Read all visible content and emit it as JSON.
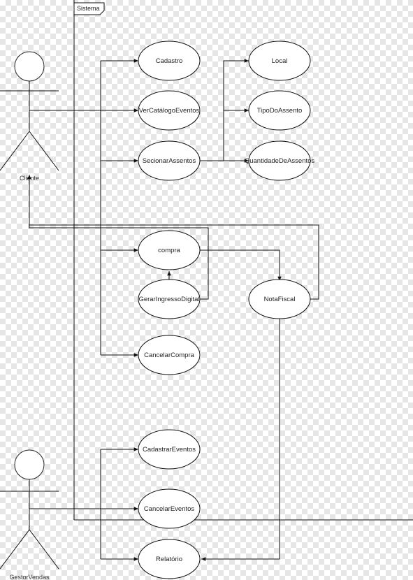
{
  "system": {
    "label": "Sistema"
  },
  "actors": {
    "cliente": {
      "label": "Cliente"
    },
    "gestor": {
      "label": "GestorVendas"
    }
  },
  "use_cases": {
    "cadastro": "Cadastro",
    "ver_catalogo": "VerCatálogoEventos",
    "secionar_assentos": "SecionarAssentos",
    "local": "Local",
    "tipo_assento": "TipoDoAssento",
    "quantidade_assentos": "QuantidadeDeAssentos",
    "compra": "compra",
    "gerar_ingresso": "GerarIngressoDigital",
    "nota_fiscal": "NotaFiscal",
    "cancelar_compra": "CancelarCompra",
    "cadastrar_eventos": "CadastrarEventos",
    "cancelar_eventos": "CancelarEventos",
    "relatorio": "Relatório"
  }
}
